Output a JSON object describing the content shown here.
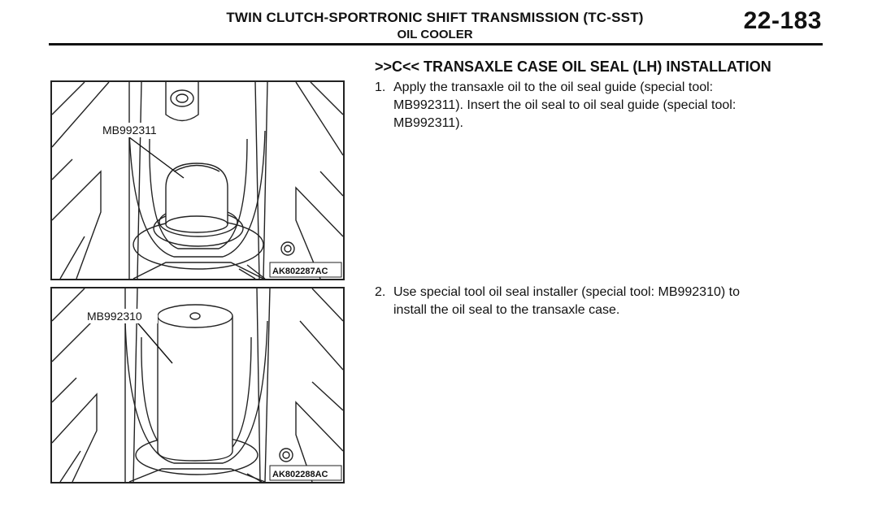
{
  "header": {
    "title": "TWIN CLUTCH-SPORTRONIC SHIFT TRANSMISSION (TC-SST)",
    "subtitle": "OIL COOLER",
    "page_number": "22-183"
  },
  "section": {
    "heading": ">>C<< TRANSAXLE CASE OIL SEAL (LH) INSTALLATION"
  },
  "steps": [
    {
      "number": "1.",
      "text": "Apply the transaxle oil to the oil seal guide (special tool:\nMB992311). Insert the oil seal to oil seal guide (special tool:\nMB992311)."
    },
    {
      "number": "2.",
      "text": "Use special tool oil seal installer (special tool: MB992310) to\ninstall the oil seal to the transaxle case."
    }
  ],
  "figures": [
    {
      "tool_label": "MB992311",
      "figure_code": "AK802287AC"
    },
    {
      "tool_label": "MB992310",
      "figure_code": "AK802288AC"
    }
  ]
}
